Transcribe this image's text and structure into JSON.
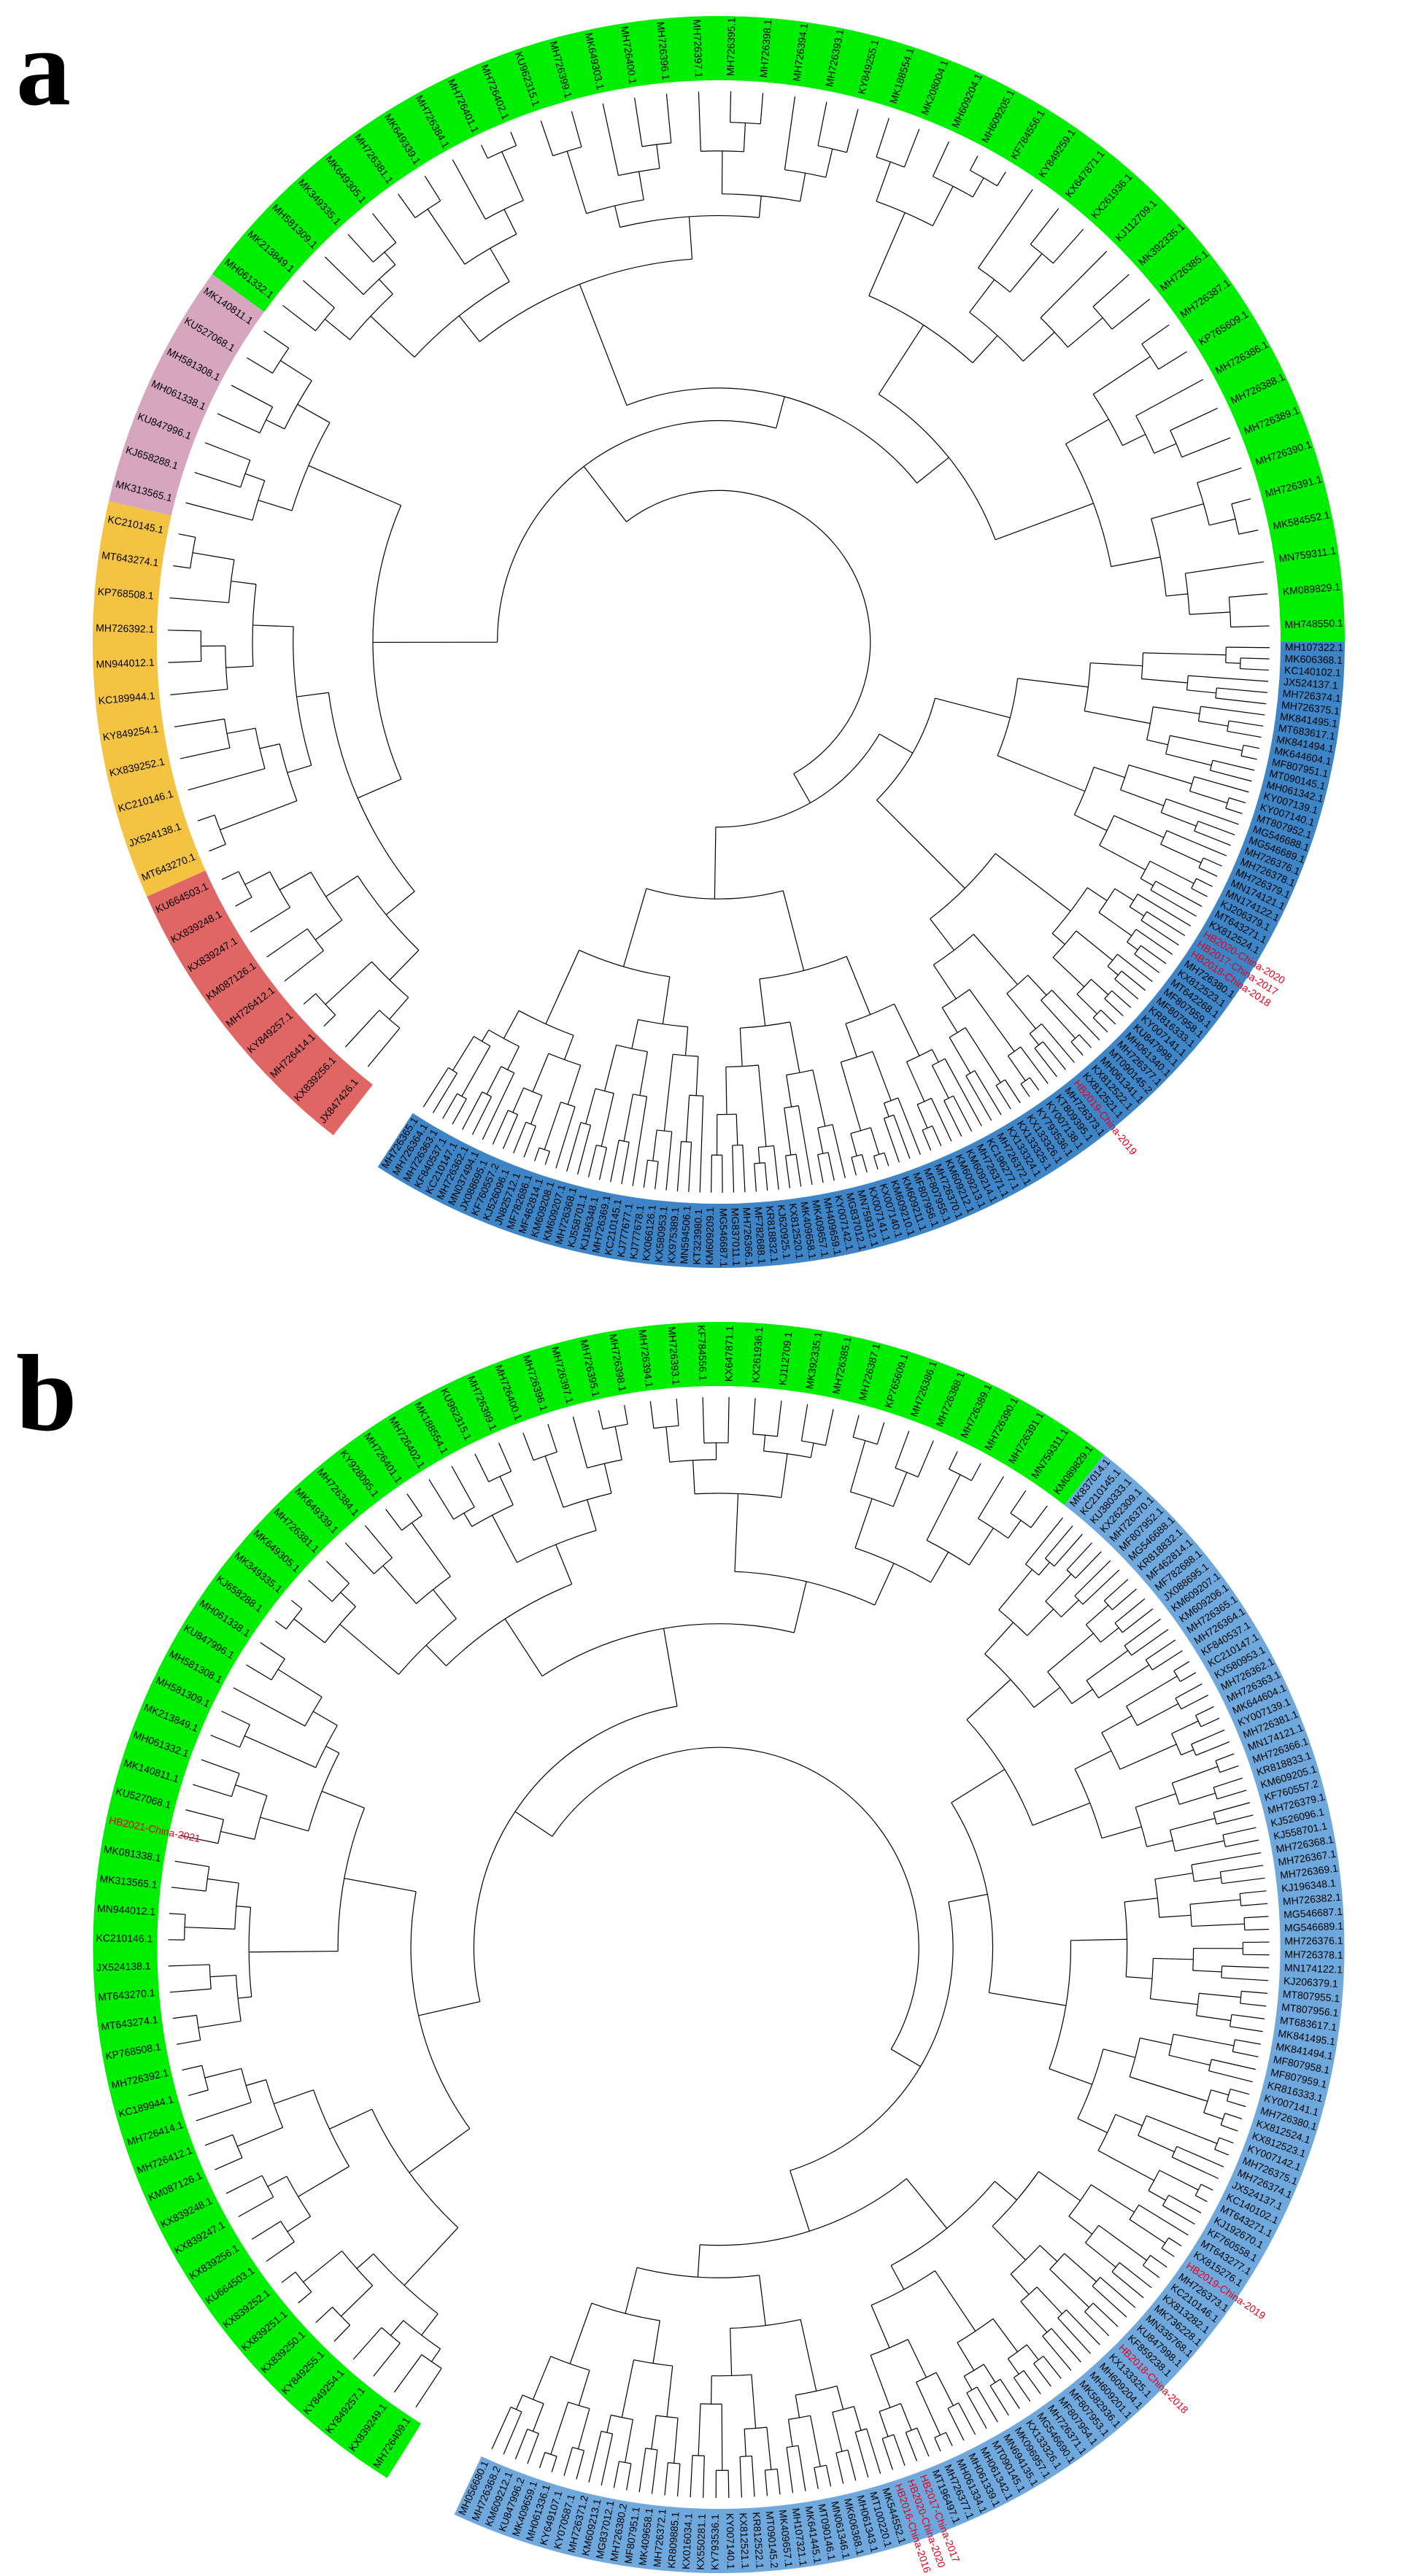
{
  "colors": {
    "red_clade": "#e06666",
    "orange_clade": "#f4c342",
    "pink_clade": "#d5a6bd",
    "green_clade": "#00ee00",
    "blue_clade_a": "#3d85c6",
    "blue_clade_b": "#6fa8dc",
    "branch": "#000000",
    "label": "#000000",
    "highlight_label": "#e0001b"
  },
  "panels": [
    {
      "letter": "a",
      "clades": [
        {
          "color_key": "red_clade",
          "leaves": [
            "JX847426.1",
            "KX839256.1",
            "MH726414.1",
            "KY849257.1",
            "MH726412.1",
            "KM087126.1",
            "KX839247.1",
            "KX839248.1",
            "KU664503.1"
          ]
        },
        {
          "color_key": "orange_clade",
          "leaves": [
            "MT643270.1",
            "JX524138.1",
            "KC210146.1",
            "KX839252.1",
            "KY849254.1",
            "KC189944.1",
            "MN944012.1",
            "MH726392.1",
            "KP768508.1",
            "MT643274.1",
            "KC210145.1"
          ]
        },
        {
          "color_key": "pink_clade",
          "leaves": [
            "MK313565.1",
            "KJ658288.1",
            "KU847996.1",
            "MH061338.1",
            "MH581308.1",
            "KU527068.1",
            "MK140811.1"
          ]
        },
        {
          "color_key": "green_clade",
          "leaves": [
            "MH061332.1",
            "MK213849.1",
            "MH581309.1",
            "MK349335.1",
            "MK649305.1",
            "MH726381.1",
            "MK649339.1",
            "MH726384.1",
            "MH726401.1",
            "MH726402.1",
            "KU962315.1",
            "MH726399.1",
            "MK649303.1",
            "MH726400.1",
            "MH726396.1",
            "MH726397.1",
            "MH726395.1",
            "MH726398.1",
            "MH726394.1",
            "MH726393.1",
            "KY849255.1",
            "MK188554.1",
            "MK208004.1",
            "MH609204.1",
            "MH609205.1",
            "KF784556.1",
            "KY849259.1",
            "KX647871.1",
            "KX261936.1",
            "KJ112709.1",
            "MK392335.1",
            "MH726385.1",
            "MH726387.1",
            "KP765609.1",
            "MH726386.1",
            "MH726388.1",
            "MH726389.1",
            "MH726390.1",
            "MH726391.1",
            "MK584552.1",
            "MN759311.1",
            "KM089829.1",
            "MH748550.1"
          ]
        },
        {
          "color_key": "blue_clade_a",
          "leaves": [
            "MH107322.1",
            "MK606368.1",
            "KC140102.1",
            "JX524137.1",
            "MH726374.1",
            "MH726375.1",
            "MK841495.1",
            "MT683617.1",
            "MK841494.1",
            "MK644604.1",
            "MF807951.1",
            "MT090145.1",
            "MH061342.1",
            "KY007139.1",
            "KY007140.1",
            "MT807952.1",
            "MG546688.1",
            "MG546689.1",
            "MH726376.1",
            "MH726378.1",
            "MH726379.1",
            "MN174121.1",
            "MN174122.1",
            "KJ206379.1",
            "MT643271.1",
            "KX812524.1",
            "HB2020-China-2020",
            "HB2017-China-2017",
            "HB2018-China-2018",
            "MH726380.1",
            "KX812523.1",
            "MT642268.1",
            "MF807959.1",
            "MF807958.1",
            "KR816333.1",
            "KY007141.1",
            "KU847998.1",
            "MH061340.1",
            "MH726377.1",
            "MT090145.2",
            "MH061341.1",
            "KX812522.1",
            "KX812521.1",
            "HB2019-China-2019",
            "MH726373.1",
            "KT809395.1",
            "KY007138.1",
            "KY793536.1",
            "KX133326.1",
            "KX133325.1",
            "KX133324.1",
            "MH726372.1",
            "KC196277.1",
            "MH726371.1",
            "KM609214.1",
            "KM609213.1",
            "KM609212.1",
            "MH726370.1",
            "MF807955.1",
            "MF807956.1",
            "KM609211.1",
            "KM609210.1",
            "KX007140.1",
            "KX007141.1",
            "MN759312.1",
            "MG837012.1",
            "KY007142.1",
            "MH409659.1",
            "MK409657.1",
            "MK409658.1",
            "KX812520.1",
            "KJ620925.1",
            "KR818832.1",
            "MF782688.1",
            "MH726366.1",
            "MG837011.1",
            "MG546687.1",
            "KM609209.1",
            "KT323980.1",
            "MN594506.1",
            "KX975389.1",
            "KX580953.1",
            "KX066126.1",
            "KJ777678.1",
            "KJ777677.1",
            "KC210145.1",
            "MH726369.1",
            "KJ196348.1",
            "KJ558701.1",
            "MH726368.1",
            "KM609207.1",
            "KM609208.1",
            "MF462814.1",
            "MF782686.1",
            "JN825712.1",
            "KJ526096.1",
            "KF760557.2",
            "JX088695.1",
            "MN037494.1",
            "MH726362.1",
            "KC210147.1",
            "KF840537.1",
            "MH726363.1",
            "MH726364.1",
            "MH726365.1"
          ]
        }
      ]
    },
    {
      "letter": "b",
      "clades": [
        {
          "color_key": "green_clade",
          "leaves": [
            "MH726409.1",
            "KX839249.1",
            "KY849257.1",
            "KY849254.1",
            "KY849255.1",
            "KX839250.1",
            "KX839251.1",
            "KX839252.1",
            "KU664503.1",
            "KX839256.1",
            "KX839247.1",
            "KX839248.1",
            "KM087126.1",
            "MH726412.1",
            "MH726414.1",
            "KC189944.1",
            "MH726392.1",
            "KP768508.1",
            "MT643274.1",
            "MT643270.1",
            "JX524138.1",
            "KC210146.1",
            "MN944012.1",
            "MK313565.1",
            "MK081338.1",
            "HB2021-China-2021",
            "KU527068.1",
            "MK140811.1",
            "MH061332.1",
            "MK213849.1",
            "MH581309.1",
            "MH581308.1",
            "KU847996.1",
            "MH061338.1",
            "KJ658288.1",
            "MK349335.1",
            "MK649305.1",
            "MH726381.1",
            "MK649339.1",
            "MH726384.1",
            "KY928095.1",
            "MH726401.1",
            "MH726402.1",
            "MK188554.1",
            "KU962315.1",
            "MH726399.1",
            "MH726400.1",
            "MH726396.1",
            "MH726397.1",
            "MH726395.1",
            "MH726398.1",
            "MH726394.1",
            "MH726393.1",
            "KF784556.1",
            "KX647871.1",
            "KX261936.1",
            "KJ112709.1",
            "MK392335.1",
            "MH726385.1",
            "MH726387.1",
            "KP765609.1",
            "MH726386.1",
            "MH726388.1",
            "MH726389.1",
            "MH726390.1",
            "MH726391.1",
            "MN759311.1",
            "KM089829.1"
          ]
        },
        {
          "color_key": "blue_clade_b",
          "leaves": [
            "MK837014.1",
            "KC210145.1",
            "KU380333.1",
            "KX262309.1",
            "MH726370.1",
            "MF807952.1",
            "MG546688.1",
            "KR818832.1",
            "MF462814.1",
            "MF782688.1",
            "JX088695.1",
            "KM609207.1",
            "KM609206.1",
            "MH726365.1",
            "MH726364.1",
            "KF840537.1",
            "KC210147.1",
            "KX580953.1",
            "MH726362.1",
            "MH726363.1",
            "MK644604.1",
            "KY007139.1",
            "MH726381.1",
            "MN174121.1",
            "MH726366.1",
            "KR818833.1",
            "KM609205.1",
            "KF760557.2",
            "MH726379.1",
            "KJ526096.1",
            "KJ558701.1",
            "MH726368.1",
            "MH726367.1",
            "MH726369.1",
            "KJ196348.1",
            "MH726382.1",
            "MG546687.1",
            "MG546689.1",
            "MH726376.1",
            "MH726378.1",
            "MN174122.1",
            "KJ206379.1",
            "MT807955.1",
            "MT807956.1",
            "MT683617.1",
            "MK841495.1",
            "MK841494.1",
            "MF807958.1",
            "MF807959.1",
            "KR816333.1",
            "KY007141.1",
            "MH726380.1",
            "KX812524.1",
            "KX812523.1",
            "KY007142.1",
            "MH726375.1",
            "MH726374.1",
            "JX524137.1",
            "KC140102.1",
            "MT643271.1",
            "KJ192670.1",
            "KF760558.1",
            "MT643277.1",
            "KX815276.1",
            "HB2019-China-2019",
            "MH726373.1",
            "KC210146.1",
            "KX813282.1",
            "MK736228.1",
            "MN335768.1",
            "KU847998.1",
            "KF859238.1",
            "HB2018-China-2018",
            "KX133325.1",
            "MH609204.1",
            "MH609201.1",
            "MK582936.1",
            "MF807953.1",
            "MF807954.1",
            "MH726371.1",
            "MG546690.1",
            "KX133326.1",
            "MK096957.1",
            "MN694135.1",
            "MT090145.1",
            "MH061342.1",
            "MH061339.1",
            "MH061334.1",
            "MH726377.1",
            "MT196497.1",
            "HB2017-China-2017",
            "HB2020-China-2020",
            "HB2016-China-2016",
            "MK544552.1",
            "MT100220.1",
            "MH061343.1",
            "MK606368.1",
            "MN061346.1",
            "MT090146.1",
            "MK641445.1",
            "MH107321.1",
            "MK409657.1",
            "MT090145.2",
            "KR812522.1",
            "KX812521.1",
            "KY007140.1",
            "KY793536.1",
            "KX550281.1",
            "KX016034.1",
            "KR809885.1",
            "MH726372.1",
            "MK409658.1",
            "MF807951.1",
            "MH726380.2",
            "MG837012.1",
            "KM609213.1",
            "MH726371.2",
            "KY070587.1",
            "KY649107.1",
            "MH061336.1",
            "MK409659.1",
            "KU847996.2",
            "KM609212.1",
            "MH726368.2",
            "MH056680.1"
          ]
        }
      ]
    }
  ]
}
